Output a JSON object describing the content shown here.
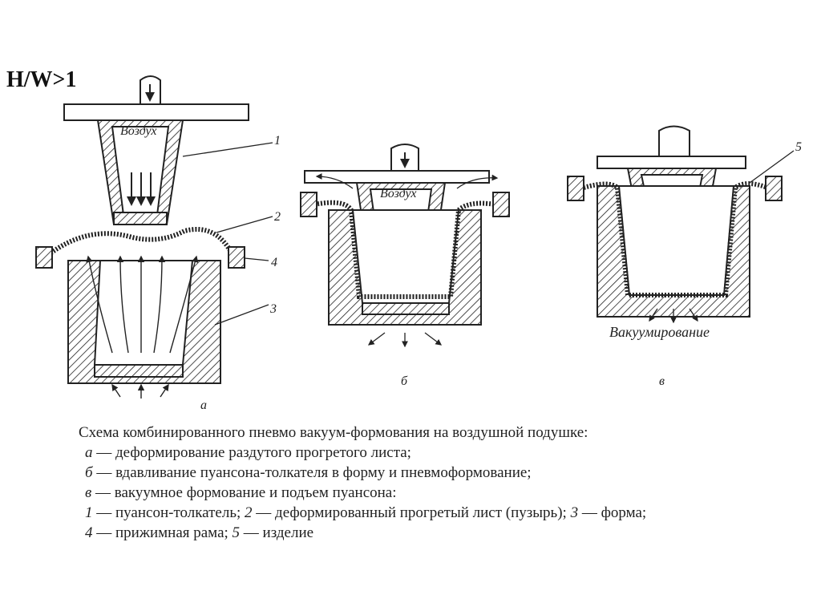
{
  "ratio_label": "H/W>1",
  "figure": {
    "air_label": "Воздух",
    "vacuum_label": "Вакуумирование",
    "panel_letters": [
      "а",
      "б",
      "в"
    ],
    "part_numbers": [
      "1",
      "2",
      "3",
      "4",
      "5"
    ]
  },
  "caption": {
    "title": "Схема комбинированного пневмо вакуум-формования на воздушной подушке:",
    "lines": [
      {
        "key": "а",
        "text": "— деформирование раздутого прогретого листа;"
      },
      {
        "key": "б",
        "text": "— вдавливание пуансона-толкателя в форму и  пневмоформование;"
      },
      {
        "key": "в",
        "text": "— вакуумное формование и  подъем пуансона:"
      }
    ],
    "legend1": {
      "k1": "1",
      "t1": "— пуансон-толкатель;",
      "k2": "2",
      "t2": "— деформированный прогретый лист (пузырь);",
      "k3": "3",
      "t3": "— форма;"
    },
    "legend2": {
      "k4": "4",
      "t4": "— прижимная рама;",
      "k5": "5",
      "t5": "— изделие"
    }
  }
}
